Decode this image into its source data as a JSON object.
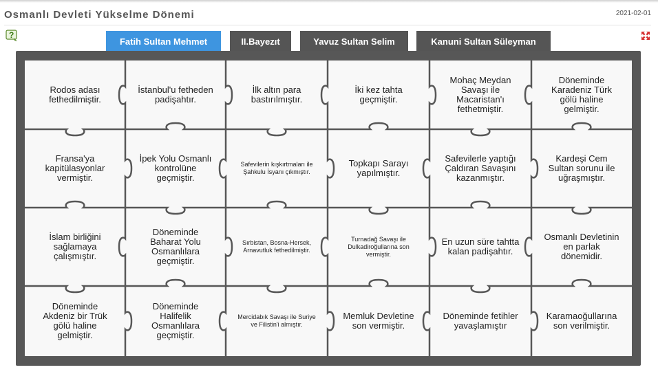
{
  "header": {
    "title": "Osmanlı Devleti Yükselme Dönemi",
    "date": "2021-02-01"
  },
  "tabs": [
    {
      "label": "Fatih Sultan Mehmet",
      "active": true
    },
    {
      "label": "II.Bayezıt",
      "active": false
    },
    {
      "label": "Yavuz Sultan Selim",
      "active": false
    },
    {
      "label": "Kanuni Sultan Süleyman",
      "active": false
    }
  ],
  "pieces": [
    [
      "Rodos adası fethedilmiştir.",
      "İstanbul'u fetheden padişahtır.",
      "İlk altın para bastırılmıştır.",
      "İki kez tahta geçmiştir.",
      "Mohaç Meydan Savaşı ile Macaristan'ı fethetmiştir.",
      "Döneminde Karadeniz Türk gölü haline gelmiştir."
    ],
    [
      "Fransa'ya kapitülasyonlar vermiştir.",
      "İpek Yolu Osmanlı kontrolüne geçmiştir.",
      "Safevilerin kışkırtmaları ile Şahkulu İsyanı çıkmıştır.",
      "Topkapı Sarayı yapılmıştır.",
      "Safevilerle yaptığı Çaldıran Savaşını kazanmıştır.",
      "Kardeşi Cem Sultan sorunu ile uğraşmıştır."
    ],
    [
      "İslam birliğini sağlamaya çalışmıştır.",
      "Döneminde Baharat Yolu Osmanlılara geçmiştir.",
      "Sırbistan, Bosna-Hersek, Arnavutluk fethedilmiştir.",
      "Turnadağ Savaşı ile Dulkadiroğullarına son vermiştir.",
      "En uzun süre tahtta kalan padişahtır.",
      "Osmanlı Devletinin en parlak dönemidir."
    ],
    [
      "Döneminde Akdeniz bir Trük gölü haline gelmiştir.",
      "Döneminde Halifelik Osmanlılara geçmiştir.",
      "Mercidabık Savaşı ile Suriye ve Filistin'i almıştır.",
      "Memluk Devletine son vermiştir.",
      "Döneminde fetihler yavaşlamıştır",
      "Karamaoğullarına son verilmiştir."
    ]
  ],
  "small_text_pieces": [
    [
      1,
      2
    ],
    [
      2,
      2
    ],
    [
      2,
      3
    ],
    [
      3,
      2
    ]
  ],
  "colors": {
    "active_tab": "#3e95e0",
    "inactive_tab": "#555555",
    "board": "#575757",
    "piece": "#f8f8f8"
  },
  "icons": {
    "help": "help-question-icon",
    "fullscreen": "fullscreen-icon"
  }
}
